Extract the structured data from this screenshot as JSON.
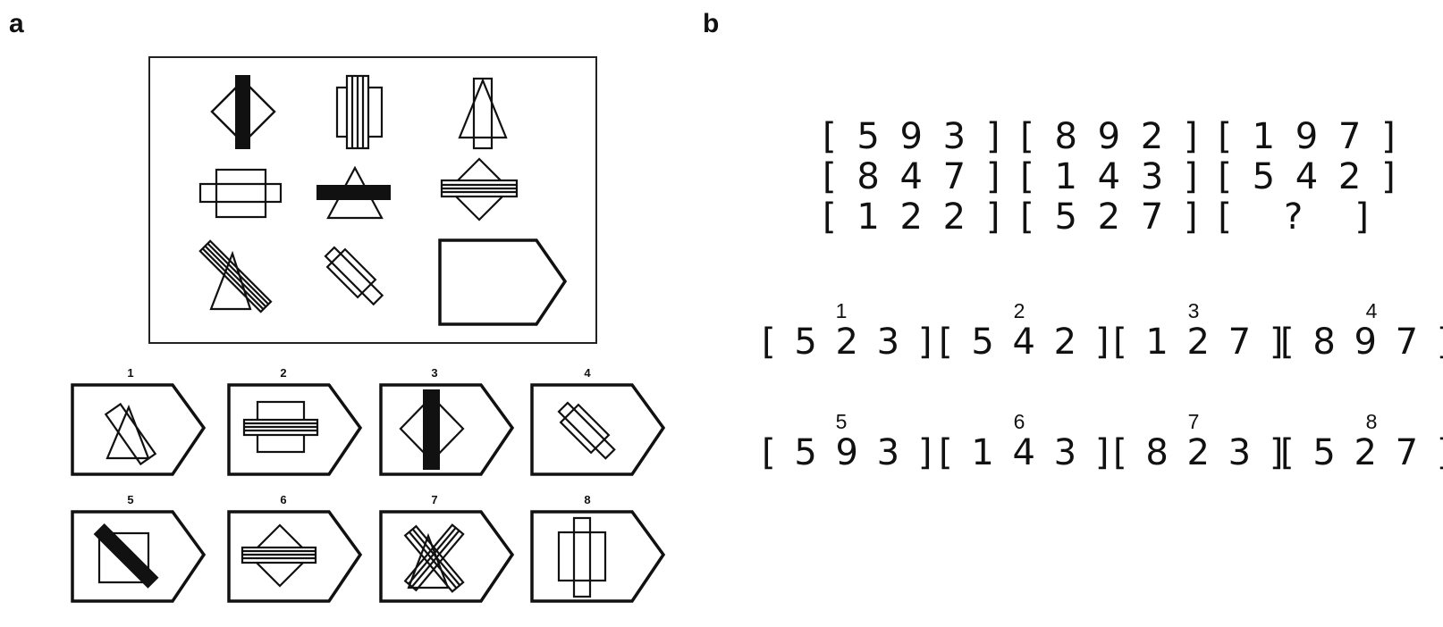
{
  "panel_a": {
    "label": "a",
    "option_numbers": [
      "1",
      "2",
      "3",
      "4",
      "5",
      "6",
      "7",
      "8"
    ]
  },
  "panel_b": {
    "label": "b",
    "matrix_rows": [
      "[ 5 9 3 ] [ 8 9 2 ] [ 1 9 7 ]",
      "[ 8 4 7 ] [ 1 4 3 ] [ 5 4 2 ]",
      "[ 1 2 2 ] [ 5 2 7 ] [   ?   ]"
    ],
    "options": [
      {
        "number": "1",
        "text": "[ 5 2 3 ]"
      },
      {
        "number": "2",
        "text": "[ 5 4 2 ]"
      },
      {
        "number": "3",
        "text": "[ 1 2 7 ]"
      },
      {
        "number": "4",
        "text": "[ 8 9 7 ]"
      },
      {
        "number": "5",
        "text": "[ 5 9 3 ]"
      },
      {
        "number": "6",
        "text": "[ 1 4 3 ]"
      },
      {
        "number": "7",
        "text": "[ 8 2 3 ]"
      },
      {
        "number": "8",
        "text": "[ 5 2 7 ]"
      }
    ]
  },
  "colors": {
    "ink": "#111111",
    "background": "#ffffff"
  }
}
